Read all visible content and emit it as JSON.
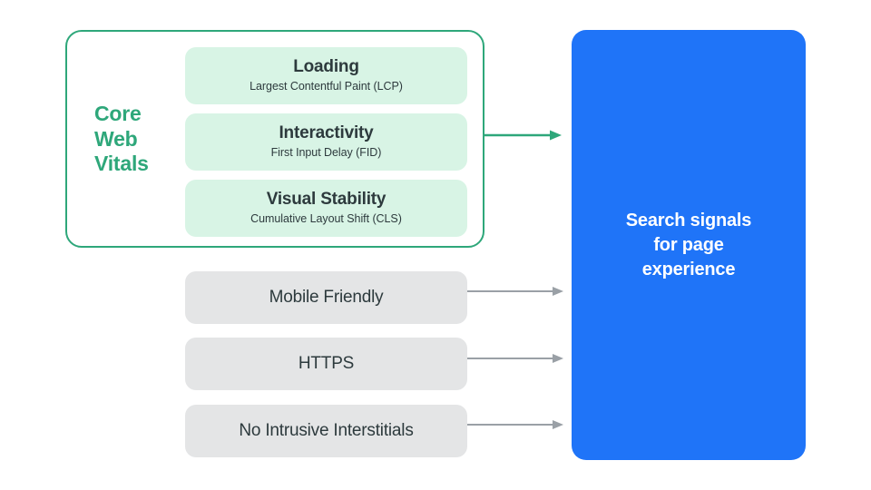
{
  "diagram": {
    "title": "Search signals for page experience",
    "colors": {
      "green_accent": "#2EA77A",
      "green_card_bg": "#D8F4E5",
      "gray_card_bg": "#E4E5E6",
      "blue_box": "#1F74F8",
      "dark_text": "#2D3A3D",
      "gray_arrow": "#9AA0A6",
      "white": "#FFFFFF"
    }
  },
  "core_web_vitals": {
    "group_label": "Core\nWeb\nVitals",
    "group_label_lines": [
      "Core",
      "Web",
      "Vitals"
    ],
    "metrics": [
      {
        "title": "Loading",
        "subtitle": "Largest Contentful Paint (LCP)"
      },
      {
        "title": "Interactivity",
        "subtitle": "First Input Delay (FID)"
      },
      {
        "title": "Visual Stability",
        "subtitle": "Cumulative Layout Shift (CLS)"
      }
    ]
  },
  "other_signals": [
    {
      "label": "Mobile Friendly"
    },
    {
      "label": "HTTPS"
    },
    {
      "label": "No Intrusive Interstitials"
    }
  ],
  "destination": {
    "text": "Search signals\nfor page\nexperience"
  },
  "arrows": [
    {
      "name": "core-web-vitals-arrow",
      "color": "#2EA77A"
    },
    {
      "name": "mobile-friendly-arrow",
      "color": "#9AA0A6"
    },
    {
      "name": "https-arrow",
      "color": "#9AA0A6"
    },
    {
      "name": "interstitials-arrow",
      "color": "#9AA0A6"
    }
  ]
}
